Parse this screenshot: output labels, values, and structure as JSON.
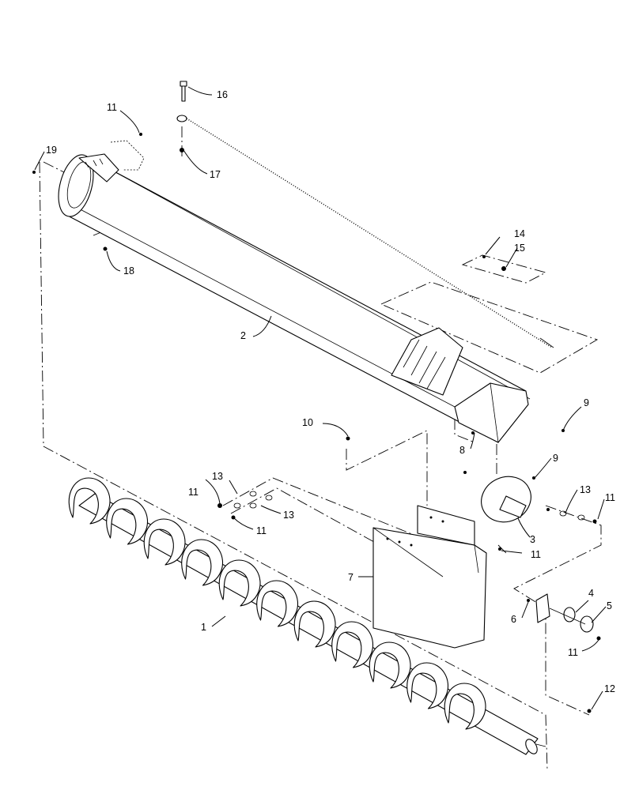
{
  "callouts": [
    {
      "id": "c1",
      "label": "1"
    },
    {
      "id": "c2",
      "label": "2"
    },
    {
      "id": "c3",
      "label": "3"
    },
    {
      "id": "c4",
      "label": "4"
    },
    {
      "id": "c5",
      "label": "5"
    },
    {
      "id": "c6",
      "label": "6"
    },
    {
      "id": "c7",
      "label": "7"
    },
    {
      "id": "c8",
      "label": "8"
    },
    {
      "id": "c9a",
      "label": "9"
    },
    {
      "id": "c9b",
      "label": "9"
    },
    {
      "id": "c10",
      "label": "10"
    },
    {
      "id": "c11a",
      "label": "11"
    },
    {
      "id": "c11b",
      "label": "11"
    },
    {
      "id": "c11c",
      "label": "11"
    },
    {
      "id": "c11d",
      "label": "11"
    },
    {
      "id": "c11e",
      "label": "11"
    },
    {
      "id": "c11f",
      "label": "11"
    },
    {
      "id": "c12",
      "label": "12"
    },
    {
      "id": "c13a",
      "label": "13"
    },
    {
      "id": "c13b",
      "label": "13"
    },
    {
      "id": "c13c",
      "label": "13"
    },
    {
      "id": "c14",
      "label": "14"
    },
    {
      "id": "c15",
      "label": "15"
    },
    {
      "id": "c16",
      "label": "16"
    },
    {
      "id": "c17",
      "label": "17"
    },
    {
      "id": "c18",
      "label": "18"
    },
    {
      "id": "c19",
      "label": "19"
    }
  ]
}
